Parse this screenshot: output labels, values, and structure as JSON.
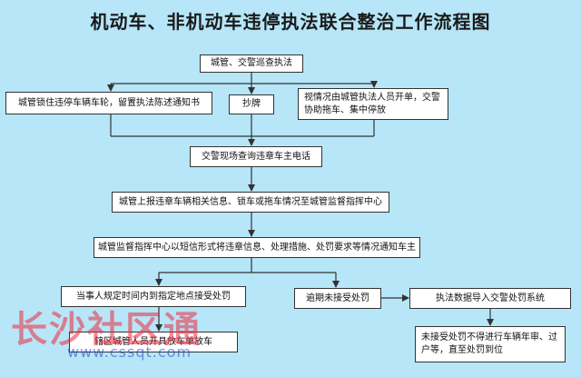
{
  "title": "机动车、非机动车违停执法联合整治工作流程图",
  "nodes": {
    "patrol": "城管、交警巡查执法",
    "lock_wheel": "城管锁住违停车辆车轮，留置执法陈述通知书",
    "copy_plate": "抄牌",
    "ticket_tow": "视情况由城管执法人员开单，交警协助拖车、集中停放",
    "police_query": "交警现场查询违章车主电话",
    "report_center": "城管上报违章车辆相关信息、锁车或拖车情况至城管监督指挥中心",
    "sms_notify": "城管监督指挥中心以短信形式将违章信息、处理措施、处罚要求等情况通知车主",
    "party_accept": "当事人规定时间内到指定地点接受处罚",
    "overdue": "逾期未接受处罚",
    "import_police": "执法数据导入交警处罚系统",
    "district_release": "辖区城管人员开具放车单放车",
    "not_accepted": "未接受处罚不得进行车辆年审、过户等，直至处罚到位"
  },
  "watermark": {
    "text": "长沙社区通",
    "url": "www.cssqt.com"
  },
  "colors": {
    "background": "#b6e6f8",
    "box_fill": "#ffffff",
    "line": "#333333"
  }
}
